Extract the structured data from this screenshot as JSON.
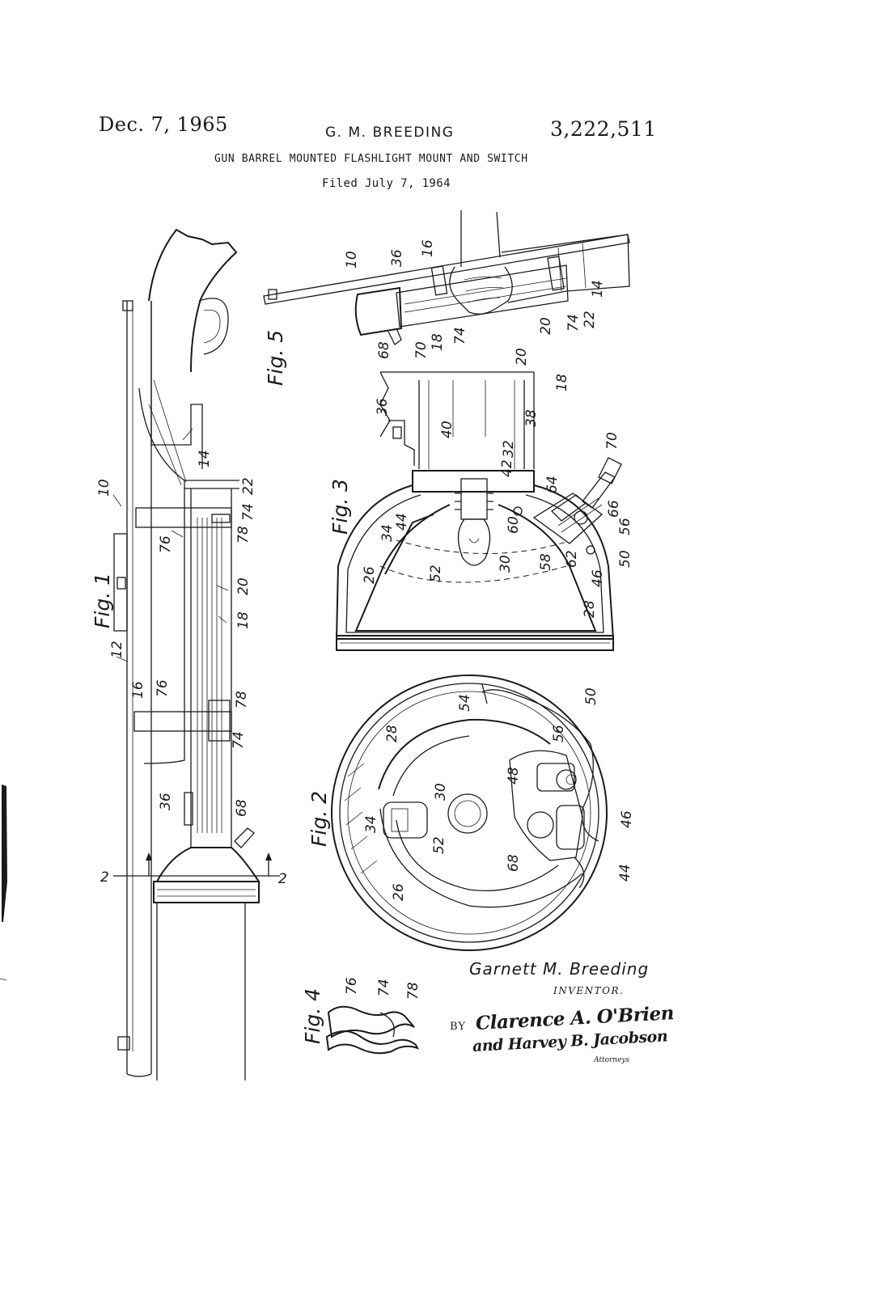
{
  "header": {
    "date": "Dec. 7, 1965",
    "inventor": "G. M. BREEDING",
    "patent_number": "3,222,511",
    "title": "GUN BARREL MOUNTED FLASHLIGHT MOUNT AND SWITCH",
    "filed": "Filed July 7, 1964"
  },
  "figures": {
    "fig1": "Fig. 1",
    "fig2": "Fig. 2",
    "fig3": "Fig. 3",
    "fig4": "Fig. 4",
    "fig5": "Fig. 5"
  },
  "reference_numerals": {
    "fig1": [
      "10",
      "12",
      "14",
      "16",
      "18",
      "20",
      "22",
      "74",
      "76",
      "78",
      "76",
      "78",
      "74",
      "36",
      "68",
      "2",
      "2"
    ],
    "fig2": [
      "26",
      "28",
      "30",
      "34",
      "44",
      "46",
      "48",
      "50",
      "52",
      "54",
      "56",
      "68"
    ],
    "fig3": [
      "18",
      "20",
      "26",
      "28",
      "30",
      "32",
      "34",
      "36",
      "38",
      "40",
      "42",
      "44",
      "46",
      "50",
      "52",
      "56",
      "58",
      "60",
      "62",
      "64",
      "66",
      "70"
    ],
    "fig4": [
      "74",
      "76",
      "78"
    ],
    "fig5": [
      "10",
      "14",
      "16",
      "18",
      "20",
      "22",
      "36",
      "68",
      "70",
      "74",
      "74"
    ]
  },
  "signature_block": {
    "inventor_name": "Garnett M. Breeding",
    "inventor_label": "INVENTOR.",
    "by_label": "BY",
    "attorney_line1": "Clarence A. O'Brien",
    "attorney_line2": "and Harvey B. Jacobson",
    "attorneys_label": "Attorneys"
  }
}
